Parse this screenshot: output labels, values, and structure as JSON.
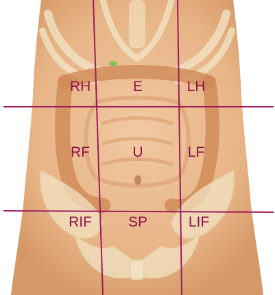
{
  "colors": {
    "grid_line": "#9b1d5c",
    "label": "#8e1048",
    "skin": "#e9b98d",
    "skin_shadow": "#d79a6c",
    "bone": "#f3e6c8",
    "colon": "#d99662",
    "background": "#ffffff"
  },
  "regions": {
    "right_hypochondriac": "RH",
    "epigastric": "E",
    "left_hypochondriac": "LH",
    "right_flank": "RF",
    "umbilical": "U",
    "left_flank": "LF",
    "right_iliac_fossa": "RIF",
    "suprapubic": "SP",
    "left_iliac_fossa": "LIF"
  }
}
